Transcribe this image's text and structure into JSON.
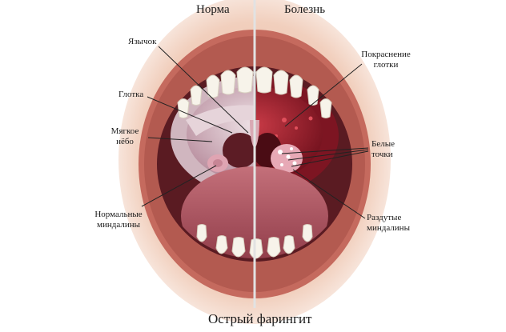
{
  "headers": {
    "normal": "Норма",
    "disease": "Болезнь"
  },
  "labels": {
    "uvula": "Язычок",
    "pharynx": "Глотка",
    "soft_palate_1": "Мягкое",
    "soft_palate_2": "нёбо",
    "normal_tonsils_1": "Нормальные",
    "normal_tonsils_2": "миндалины",
    "redness_1": "Покраснение",
    "redness_2": "глотки",
    "white_spots_1": "Белые",
    "white_spots_2": "точки",
    "swollen_tonsils_1": "Раздутые",
    "swollen_tonsils_2": "миндалины"
  },
  "title": "Острый фарингит",
  "colors": {
    "divider": "#d8d8d8",
    "lip": "#c56a5e",
    "tongue": "#b45a66",
    "inflamed": "#9e1b2b",
    "throat_normal": "#d9c3cb",
    "leader_line": "#222222"
  }
}
